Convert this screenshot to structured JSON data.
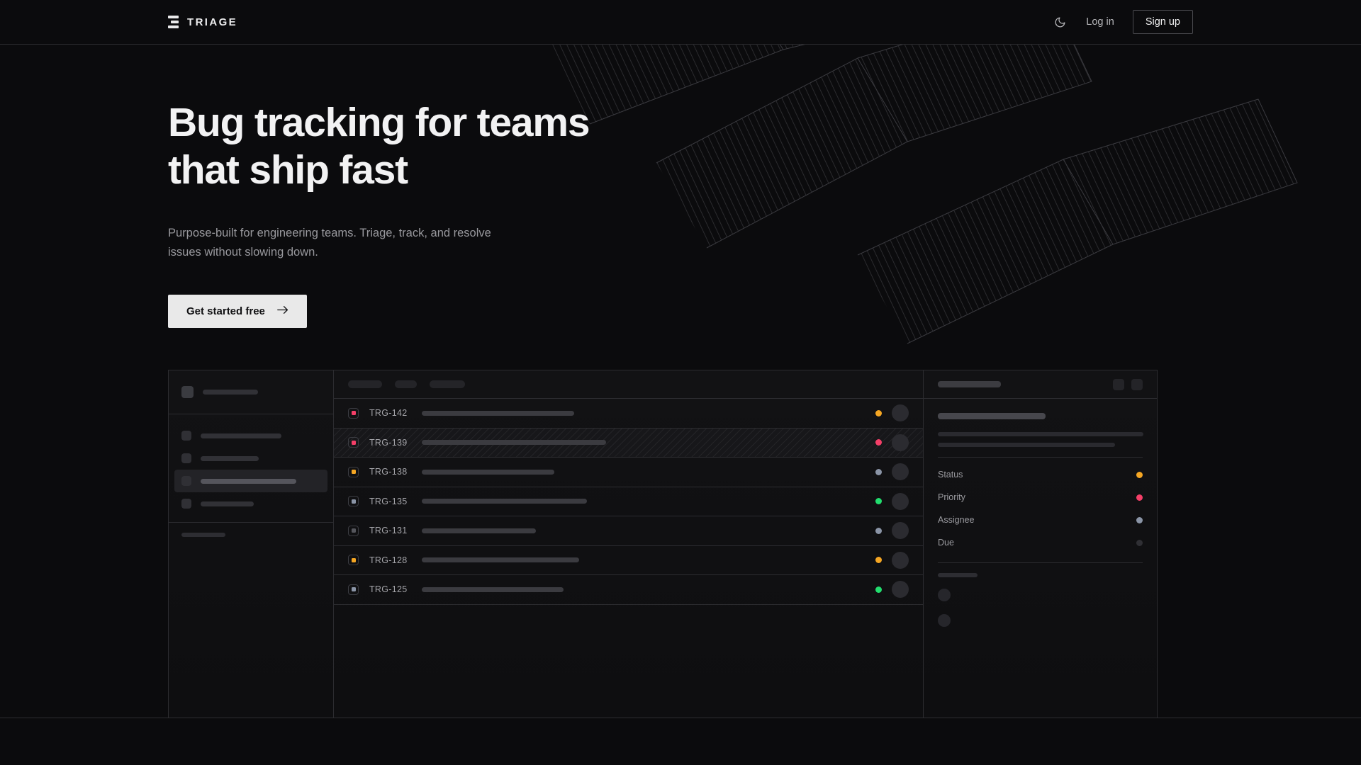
{
  "nav": {
    "brand": "TRIAGE",
    "brand_icon": "triage-bars-logo",
    "theme_toggle_icon": "moon-icon",
    "login_label": "Log in",
    "signup_label": "Sign up"
  },
  "hero": {
    "headline_line1": "Bug tracking for teams",
    "headline_line2": "that ship fast",
    "subhead": "Purpose-built for engineering teams. Triage, track, and resolve issues without slowing down.",
    "cta_label": "Get started free",
    "cta_icon": "arrow-right-icon"
  },
  "decor": {
    "name": "diagonal-hatched-panels"
  },
  "mockup": {
    "sidebar": {
      "nav_item_widths": [
        114,
        82,
        135,
        75
      ],
      "active_index": 2,
      "logo_bar_width": 78,
      "dot_count": 3
    },
    "toolbar": {
      "pill_widths": [
        48,
        31,
        50
      ]
    },
    "rows": [
      {
        "id": "TRG-142",
        "chip_color": "#f43f68",
        "title_width": 215,
        "status_color": "#f5a623",
        "highlighted": false
      },
      {
        "id": "TRG-139",
        "chip_color": "#f43f68",
        "title_width": 260,
        "status_color": "#f43f68",
        "highlighted": true
      },
      {
        "id": "TRG-138",
        "chip_color": "#f5a623",
        "title_width": 187,
        "status_color": "#8a94a6",
        "highlighted": false
      },
      {
        "id": "TRG-135",
        "chip_color": "#8a94a6",
        "title_width": 233,
        "status_color": "#22dd6e",
        "highlighted": false
      },
      {
        "id": "TRG-131",
        "chip_color": "#55565c",
        "title_width": 161,
        "status_color": "#8a94a6",
        "highlighted": false
      },
      {
        "id": "TRG-128",
        "chip_color": "#f5a623",
        "title_width": 222,
        "status_color": "#f5a623",
        "highlighted": false
      },
      {
        "id": "TRG-125",
        "chip_color": "#8a94a6",
        "title_width": 200,
        "status_color": "#22dd6e",
        "highlighted": false
      }
    ],
    "detail": {
      "header_action_count": 2,
      "body_bar_widths": [
        290,
        250
      ],
      "meta": [
        {
          "label": "Status",
          "color": "#f5a623"
        },
        {
          "label": "Priority",
          "color": "#f43f68"
        },
        {
          "label": "Assignee",
          "color": "#8a94a6"
        },
        {
          "label": "Due",
          "color": "#2f2f34"
        }
      ]
    }
  },
  "colors": {
    "background": "#0b0b0d",
    "border": "#2c2c30",
    "text_primary": "#f2f2f3",
    "text_muted": "#98989d",
    "accent_amber": "#f5a623",
    "accent_pink": "#f43f68",
    "accent_green": "#22dd6e",
    "accent_slate": "#8a94a6"
  }
}
